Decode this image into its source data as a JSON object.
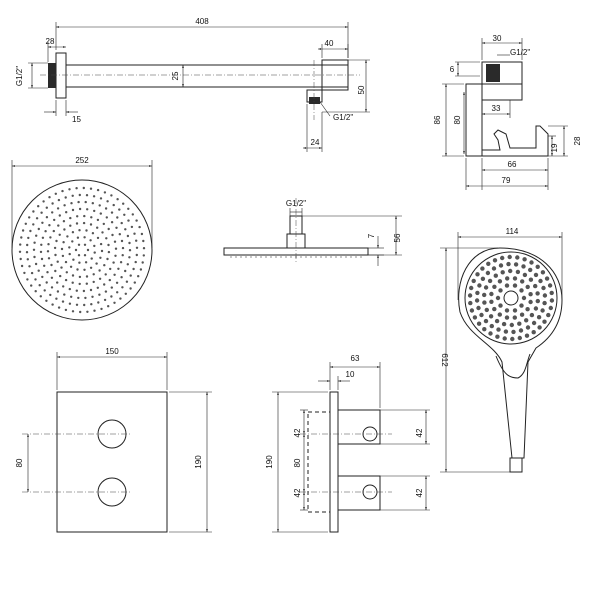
{
  "arm": {
    "length": "408",
    "flange_width": "28",
    "flange_thread": "G1/2\"",
    "wall_offset": "15",
    "tube_height": "25",
    "end_block": "40",
    "drop": "50",
    "outlet_thread": "G1/2\"",
    "outlet_width": "24"
  },
  "holder": {
    "top_width": "30",
    "thread": "G1/2\"",
    "top_gap": "6",
    "total_height": "86",
    "body_height": "80",
    "inner_offset": "33",
    "hook_height": "28",
    "hook_gap": "19",
    "body_depth": "66",
    "total_depth": "79"
  },
  "head": {
    "diameter": "252",
    "thread": "G1/2\"",
    "plate_thickness": "7",
    "total_height": "56"
  },
  "hand": {
    "width": "114",
    "length": "612"
  },
  "valve_front": {
    "width": "150",
    "height": "190",
    "knob_spacing": "80"
  },
  "valve_side": {
    "depth": "63",
    "plate": "10",
    "height": "190",
    "knob_spacing": "80",
    "knob_left_top": "42",
    "knob_left_bottom": "42",
    "knob_right_top": "42",
    "knob_right_bottom": "42"
  }
}
